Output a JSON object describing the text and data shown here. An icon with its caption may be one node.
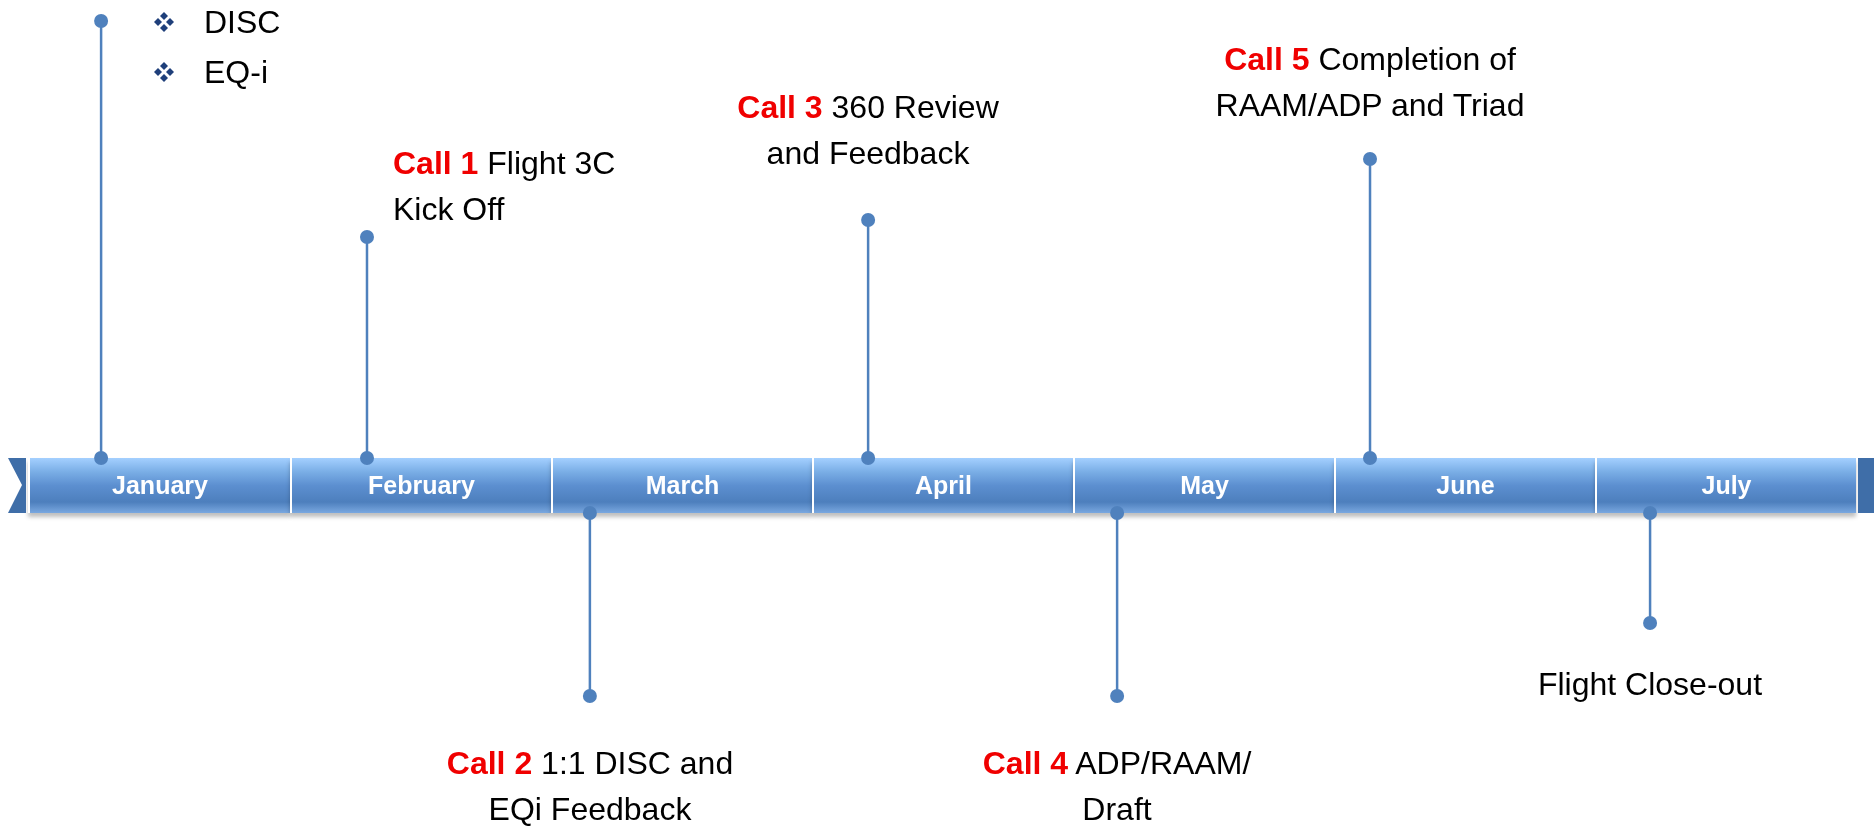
{
  "diagram": {
    "nodes": [
      {
        "text": [
          "January"
        ]
      },
      {
        "text": [
          "February"
        ]
      },
      {
        "text": [
          "March"
        ]
      },
      {
        "text": [
          "April"
        ]
      },
      {
        "text": [
          "May"
        ]
      },
      {
        "text": [
          "June"
        ]
      },
      {
        "text": [
          "July"
        ]
      },
      {
        "text": [
          "DISC",
          "EQ-i"
        ]
      },
      {
        "text": [
          "**Call 1** Flight 3C Kick Off"
        ]
      },
      {
        "text": [
          "**Call 2** 1:1 DISC and EQi Feedback"
        ]
      },
      {
        "text": [
          "**Call 3** 360 Review and Feedback"
        ]
      },
      {
        "text": [
          "**Call 4** ADP/RAAM/ Draft"
        ]
      },
      {
        "text": [
          "**Call 5** Completion of RAAM/ADP and Triad"
        ]
      },
      {
        "text": [
          "Flight Close-out"
        ]
      }
    ],
    "edges": [
      {
        "from": 0,
        "to": 7,
        "arrow": "other"
      },
      {
        "from": 1,
        "to": 8,
        "arrow": "other"
      },
      {
        "from": 2,
        "to": 9,
        "arrow": "other"
      },
      {
        "from": 3,
        "to": 10,
        "arrow": "other"
      },
      {
        "from": 4,
        "to": 11,
        "arrow": "other"
      },
      {
        "from": 5,
        "to": 12,
        "arrow": "other"
      },
      {
        "from": 6,
        "to": 13,
        "arrow": "other"
      }
    ]
  }
}
